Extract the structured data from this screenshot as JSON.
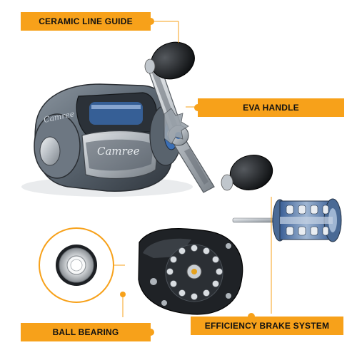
{
  "labels": {
    "ceramic_line_guide": "CERAMIC LINE GUIDE",
    "eva_handle": "EVA HANDLE",
    "ball_bearing": "BALL BEARING",
    "efficiency_brake_system": "EFFICIENCY BRAKE SYSTEM"
  },
  "reel_brand": "Camree",
  "colors": {
    "callout": "#f7a11a",
    "reel_body": "#5d6873",
    "reel_dark": "#2a2e33",
    "accent_blue": "#3b6fb6",
    "metal": "#c9ced3"
  }
}
